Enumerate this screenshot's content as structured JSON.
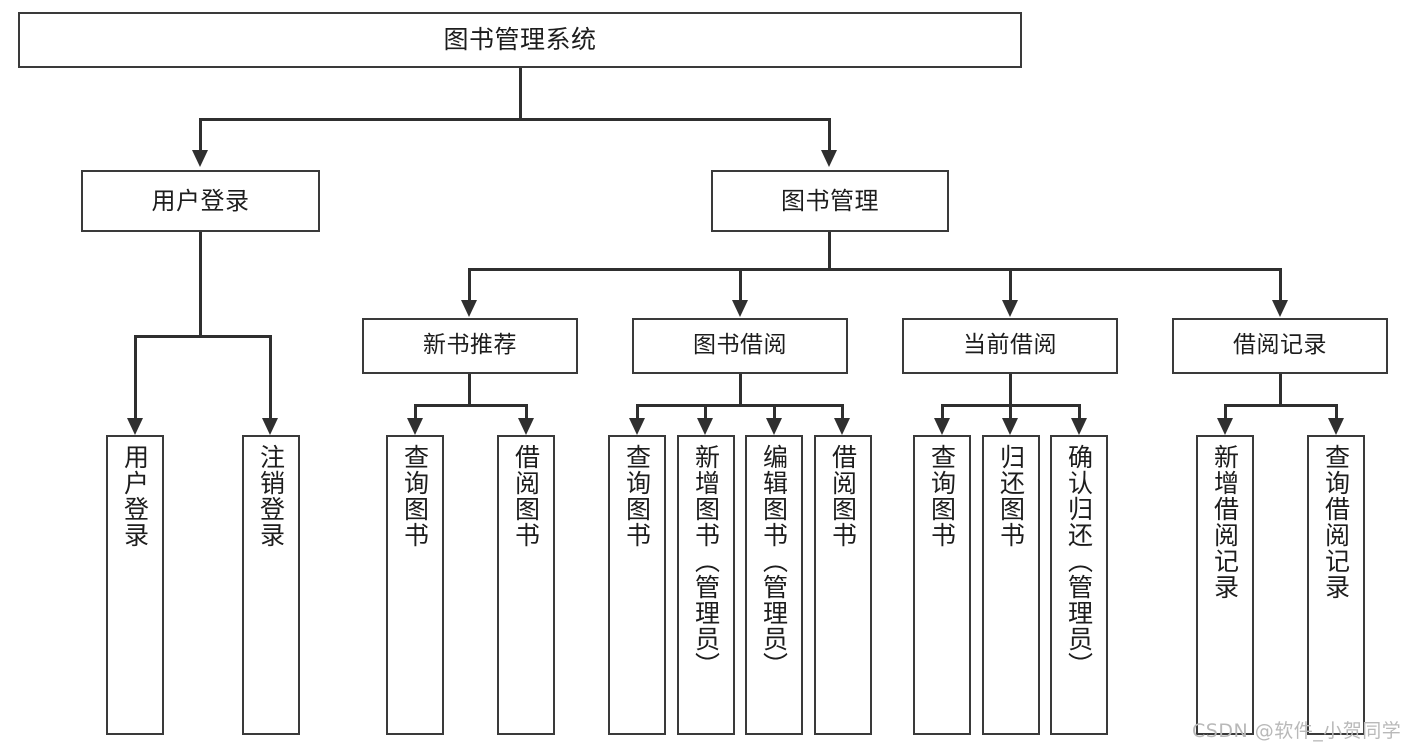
{
  "diagram": {
    "type": "tree",
    "title": "图书管理系统",
    "watermark": "CSDN @软件_小贺同学",
    "colors": {
      "background": "#ffffff",
      "node_border": "#3a3a3a",
      "node_fill": "#ffffff",
      "connector": "#2f2f2f",
      "text": "#1d1d1d",
      "watermark": "#b9b9b9"
    },
    "root": {
      "label": "图书管理系统"
    },
    "level1": [
      {
        "label": "用户登录"
      },
      {
        "label": "图书管理"
      }
    ],
    "level2": [
      {
        "label": "新书推荐"
      },
      {
        "label": "图书借阅"
      },
      {
        "label": "当前借阅"
      },
      {
        "label": "借阅记录"
      }
    ],
    "leaves": {
      "user_login": [
        {
          "label": "用户登录"
        },
        {
          "label": "注销登录"
        }
      ],
      "new_book_recommend": [
        {
          "label": "查询图书"
        },
        {
          "label": "借阅图书"
        }
      ],
      "book_borrow": [
        {
          "label": "查询图书"
        },
        {
          "label": "新增图书（管理员）"
        },
        {
          "label": "编辑图书（管理员）"
        },
        {
          "label": "借阅图书"
        }
      ],
      "current_borrow": [
        {
          "label": "查询图书"
        },
        {
          "label": "归还图书"
        },
        {
          "label": "确认归还（管理员）"
        }
      ],
      "borrow_record": [
        {
          "label": "新增借阅记录"
        },
        {
          "label": "查询借阅记录"
        }
      ]
    }
  }
}
